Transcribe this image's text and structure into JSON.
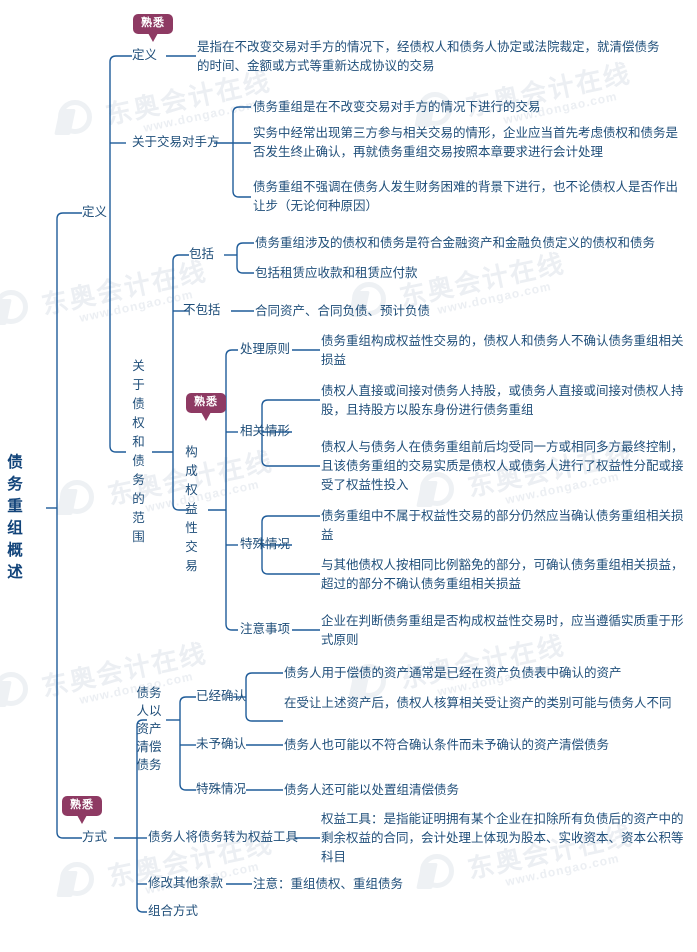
{
  "meta": {
    "accent_line": "#1f5c99",
    "text_color": "#1f4e79",
    "badge_color": "#8e3a63",
    "root_color": "#12447a",
    "background": "#ffffff"
  },
  "root": {
    "title": "债务重组概述"
  },
  "badges": {
    "label": "熟悉"
  },
  "watermark": {
    "brand": "东奥会计在线",
    "site": "www.dongao.com"
  },
  "branches": {
    "definition_top": {
      "label": "定义"
    },
    "counterparty": {
      "label": "关于交易对手方"
    },
    "scope": {
      "label": "关于债权和债务的范围"
    },
    "definition_l1": {
      "label": "定义"
    },
    "include": {
      "label": "包括"
    },
    "exclude": {
      "label": "不包括"
    },
    "equity_txn": {
      "label": "构成权益性交易"
    },
    "principle": {
      "label": "处理原则"
    },
    "situations": {
      "label": "相关情形"
    },
    "special": {
      "label": "特殊情况"
    },
    "notes": {
      "label": "注意事项"
    },
    "method": {
      "label": "方式"
    },
    "settle_by_asset": {
      "label": "债务人以资产清偿债务"
    },
    "recognized": {
      "label": "已经确认"
    },
    "unrecognized": {
      "label": "未予确认"
    },
    "special2": {
      "label": "特殊情况"
    },
    "debt_to_equity": {
      "label": "债务人将债务转为权益工具"
    },
    "modify_terms": {
      "label": "修改其他条款"
    },
    "combined": {
      "label": "组合方式"
    }
  },
  "leaves": {
    "definition_text": "是指在不改变交易对手方的情况下，经债权人和债务人协定或法院裁定，就清偿债务的时间、金额或方式等重新达成协议的交易",
    "counterparty_1": "债务重组是在不改变交易对手方的情况下进行的交易",
    "counterparty_2": "实务中经常出现第三方参与相关交易的情形，企业应当首先考虑债权和债务是否发生终止确认，再就债务重组交易按照本章要求进行会计处理",
    "counterparty_3": "债务重组不强调在债务人发生财务困难的背景下进行，也不论债权人是否作出让步（无论何种原因）",
    "include_1": "债务重组涉及的债权和债务是符合金融资产和金融负债定义的债权和债务",
    "include_2": "包括租赁应收款和租赁应付款",
    "exclude_1": "合同资产、合同负债、预计负债",
    "principle_1": "债务重组构成权益性交易的，债权人和债务人不确认债务重组相关损益",
    "situation_1": "债权人直接或间接对债务人持股，或债务人直接或间接对债权人持股，且持股方以股东身份进行债务重组",
    "situation_2": "债权人与债务人在债务重组前后均受同一方或相同多方最终控制，且该债务重组的交易实质是债权人或债务人进行了权益性分配或接受了权益性投入",
    "special_1": "债务重组中不属于权益性交易的部分仍然应当确认债务重组相关损益",
    "special_2": "与其他债权人按相同比例豁免的部分，可确认债务重组相关损益，超过的部分不确认债务重组相关损益",
    "notes_1": "企业在判断债务重组是否构成权益性交易时，应当遵循实质重于形式原则",
    "recognized_1": "债务人用于偿债的资产通常是已经在资产负债表中确认的资产",
    "recognized_2": "在受让上述资产后，债权人核算相关受让资产的类别可能与债务人不同",
    "unrecognized_1": "债务人也可能以不符合确认条件而未予确认的资产清偿债务",
    "special2_1": "债务人还可能以处置组清偿债务",
    "debt_to_equity_1": "权益工具：是指能证明拥有某个企业在扣除所有负债后的资产中的剩余权益的合同，会计处理上体现为股本、实收资本、资本公积等科目",
    "modify_terms_1": "注意：重组债权、重组债务"
  }
}
